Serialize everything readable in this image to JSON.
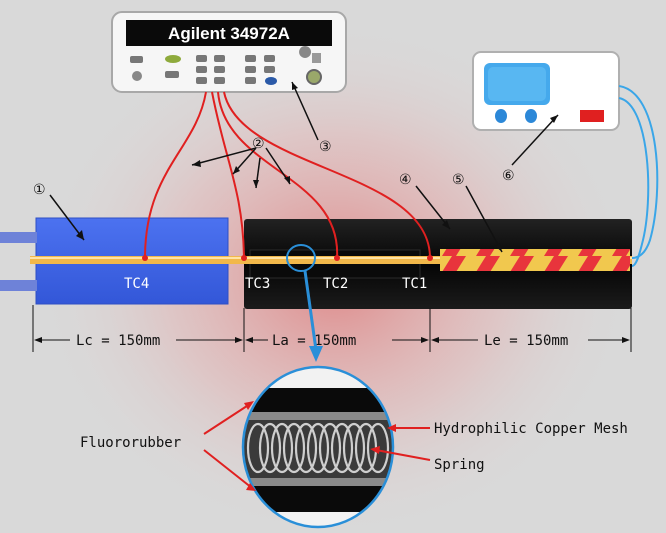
{
  "instrument": {
    "brand": "Agilent 34972A"
  },
  "callouts": {
    "c1": "①",
    "c2": "②",
    "c3": "③",
    "c4": "④",
    "c5": "⑤",
    "c6": "⑥"
  },
  "thermocouples": {
    "tc1": "TC1",
    "tc2": "TC2",
    "tc3": "TC3",
    "tc4": "TC4"
  },
  "dimensions": {
    "lc": "Lc = 150mm",
    "la": "La = 150mm",
    "le": "Le = 150mm"
  },
  "detail": {
    "fluororubber": "Fluororubber",
    "copper_mesh": "Hydrophilic Copper Mesh",
    "spring": "Spring"
  },
  "colors": {
    "background": "#d9d9d9",
    "glow": "#e57878",
    "condenser": "#3d63e6",
    "pipe": "#111111",
    "wire": "#e02020",
    "tube": "#f2b84a",
    "callout_line": "#2a8fd8"
  }
}
